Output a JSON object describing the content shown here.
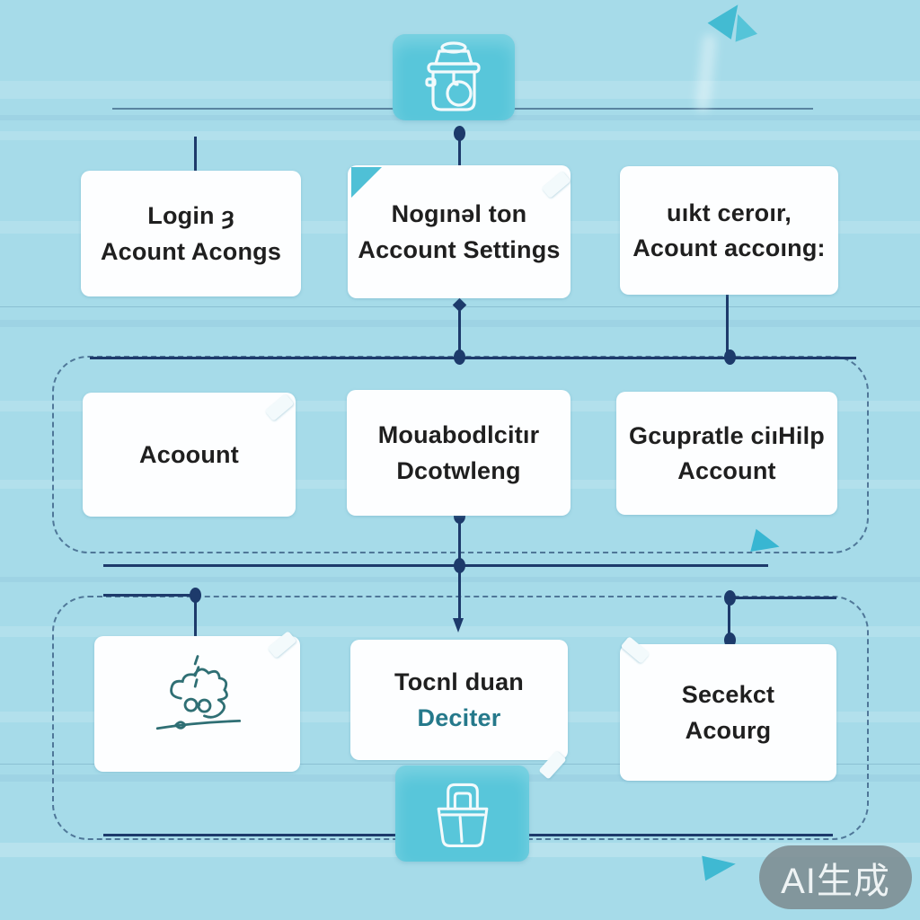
{
  "flow": {
    "row1": {
      "box1": {
        "line1": "Login ȝ",
        "line2": "Acount Acongs"
      },
      "box2": {
        "line1": "Nogınəl ton",
        "line2": "Account Settings"
      },
      "box3": {
        "line1": "uıkt ceroır,",
        "line2": "Acount accoıng:"
      }
    },
    "row2": {
      "box1": {
        "line1": "Acoount"
      },
      "box2": {
        "line1": "Mouabodlcitır",
        "line2": "Dcotwleng"
      },
      "box3": {
        "line1": "Gcupratle ciıHilp",
        "line2": "Account"
      }
    },
    "row3": {
      "box2": {
        "line1": "Tocnl duan",
        "line2": "Deciter"
      },
      "box3": {
        "line1": "Secekct",
        "line2": "Acourg"
      }
    }
  },
  "icons": {
    "top": "storage-jar-icon",
    "bottom": "basket-icon",
    "row3_box1": "hand-drawn-doodle-sketch"
  },
  "watermark": {
    "label": "AI生成"
  },
  "colors": {
    "background": "#a6dbe9",
    "node_fill": "#fdfeff",
    "icon_box": "#58c6da",
    "connector": "#1d3a6b",
    "text": "#1f1f1f",
    "accent_text": "#25798b",
    "decoration": "#38b6d2",
    "watermark_bg": "#7a868b"
  }
}
